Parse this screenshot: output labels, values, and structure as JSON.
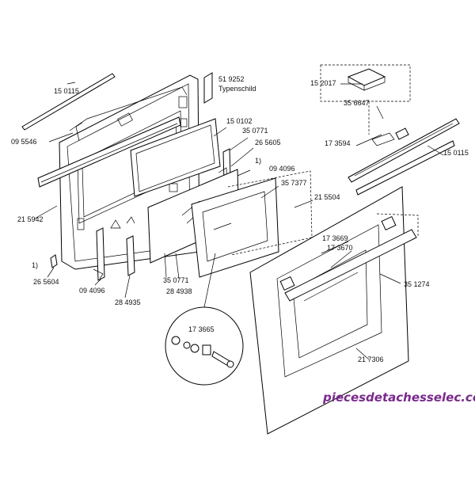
{
  "labels": {
    "l150115_top": "15 0115",
    "l519252": "51 9252",
    "ltypenschild": "Typenschild",
    "l152017": "15 2017",
    "l356647": "35 6647",
    "l095546": "09 5546",
    "l150102": "15 0102",
    "l350771_top": "35 0771",
    "l265605": "26 5605",
    "l173594": "17 3594",
    "l150115_right": "15 0115",
    "l094096_top": "09 4096",
    "l357377": "35 7377",
    "l215504": "21 5504",
    "l215942": "21 5942",
    "l1_top": "1)",
    "l173669": "17 3669",
    "l173670": "17 3670",
    "l1_left": "1)",
    "l351274": "35 1274",
    "l265604": "26 5604",
    "l094096_bot": "09 4096",
    "l284935": "28 4935",
    "l284938": "28 4938",
    "l350771_bot": "35 0771",
    "l173665": "17 3665",
    "l217306": "21 7306"
  },
  "watermark": "piecesdetachesselec.com",
  "colors": {
    "line": "#000000",
    "watermark": "#7a2a8c"
  }
}
